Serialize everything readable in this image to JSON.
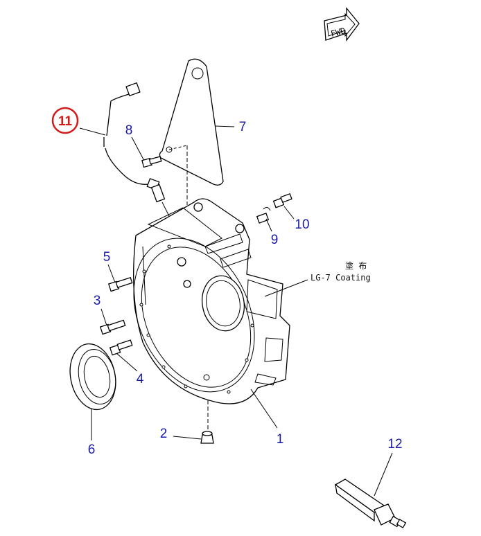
{
  "fwd_label": "FWD",
  "coating_kanji": "塗 布",
  "coating_label": "LG-7 Coating",
  "highlight_color": "#d21a1a",
  "callout_color": "#1a1aa8",
  "callouts": {
    "c1": "1",
    "c2": "2",
    "c3": "3",
    "c4": "4",
    "c5": "5",
    "c6": "6",
    "c7": "7",
    "c8": "8",
    "c9": "9",
    "c10": "10",
    "c11": "11",
    "c12": "12"
  }
}
